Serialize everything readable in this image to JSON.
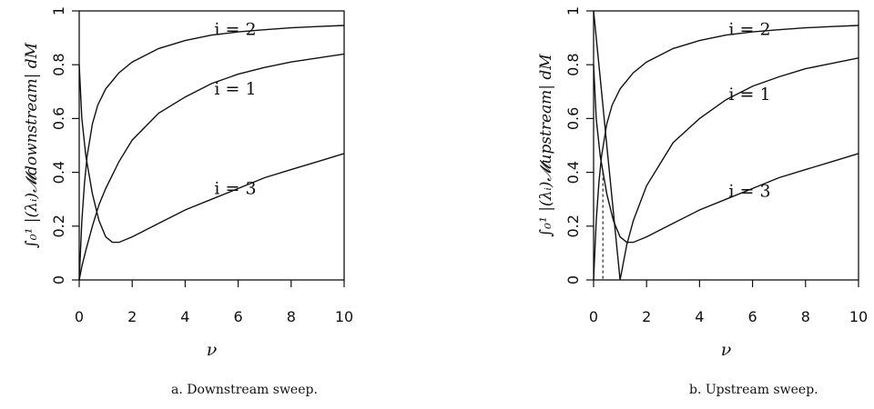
{
  "chart_data": [
    {
      "type": "line",
      "caption": "a. Downstream sweep.",
      "xlabel": "ν",
      "ylabel": "∫₀¹ |(λᵢ)𝓜downstream| dM",
      "ylabel_sub": "downstream",
      "xlim": [
        0,
        10
      ],
      "ylim": [
        0,
        1
      ],
      "xticks": [
        "0",
        "2",
        "4",
        "6",
        "8",
        "10"
      ],
      "yticks": [
        "0",
        "0.2",
        "0.4",
        "0.6",
        "0.8",
        "1"
      ],
      "grid": false,
      "series": [
        {
          "name": "i = 2",
          "label": "i = 2",
          "x": [
            0,
            0.1,
            0.2,
            0.3,
            0.5,
            0.7,
            1.0,
            1.5,
            2,
            3,
            4,
            5,
            6,
            7,
            8,
            9,
            10
          ],
          "y": [
            0.0,
            0.22,
            0.36,
            0.46,
            0.58,
            0.65,
            0.71,
            0.77,
            0.81,
            0.86,
            0.89,
            0.91,
            0.922,
            0.93,
            0.937,
            0.942,
            0.946
          ]
        },
        {
          "name": "i = 1",
          "label": "i = 1",
          "x": [
            0,
            0.1,
            0.25,
            0.5,
            0.75,
            1.0,
            1.5,
            2,
            3,
            4,
            5,
            6,
            7,
            8,
            9,
            10
          ],
          "y": [
            0.0,
            0.05,
            0.11,
            0.2,
            0.28,
            0.34,
            0.44,
            0.52,
            0.62,
            0.68,
            0.73,
            0.765,
            0.79,
            0.81,
            0.825,
            0.84
          ]
        },
        {
          "name": "i = 3",
          "label": "i = 3",
          "x": [
            0,
            0.1,
            0.25,
            0.5,
            0.75,
            1.0,
            1.25,
            1.5,
            2,
            3,
            4,
            5,
            6,
            7,
            8,
            9,
            10
          ],
          "y": [
            0.8,
            0.6,
            0.46,
            0.32,
            0.22,
            0.16,
            0.14,
            0.14,
            0.16,
            0.21,
            0.26,
            0.3,
            0.34,
            0.38,
            0.41,
            0.44,
            0.47
          ]
        }
      ],
      "labels_at": [
        {
          "series": 0,
          "x": 5.1,
          "y": 0.93
        },
        {
          "series": 1,
          "x": 5.1,
          "y": 0.71
        },
        {
          "series": 2,
          "x": 5.1,
          "y": 0.34
        }
      ]
    },
    {
      "type": "line",
      "caption": "b. Upstream sweep.",
      "xlabel": "ν",
      "ylabel": "∫₀¹ |(λᵢ)𝓜upstream| dM",
      "ylabel_sub": "upstream",
      "xlim": [
        0,
        10
      ],
      "ylim": [
        0,
        1
      ],
      "xticks": [
        "0",
        "2",
        "4",
        "6",
        "8",
        "10"
      ],
      "yticks": [
        "0",
        "0.2",
        "0.4",
        "0.6",
        "0.8",
        "1"
      ],
      "grid": false,
      "series": [
        {
          "name": "i = 2",
          "label": "i = 2",
          "x": [
            0,
            0.1,
            0.2,
            0.3,
            0.5,
            0.7,
            1.0,
            1.5,
            2,
            3,
            4,
            5,
            6,
            7,
            8,
            9,
            10
          ],
          "y": [
            0.0,
            0.22,
            0.36,
            0.46,
            0.58,
            0.65,
            0.71,
            0.77,
            0.81,
            0.86,
            0.89,
            0.91,
            0.922,
            0.93,
            0.937,
            0.942,
            0.946
          ]
        },
        {
          "name": "i = 1",
          "label": "i = 1",
          "x": [
            0,
            0.25,
            0.5,
            0.75,
            1.0,
            1.25,
            1.5,
            2,
            3,
            4,
            5,
            6,
            7,
            8,
            9,
            10
          ],
          "y": [
            1.0,
            0.75,
            0.5,
            0.25,
            0.0,
            0.13,
            0.22,
            0.35,
            0.51,
            0.6,
            0.67,
            0.72,
            0.755,
            0.785,
            0.805,
            0.825
          ]
        },
        {
          "name": "i = 3",
          "label": "i = 3",
          "x": [
            0,
            0.1,
            0.25,
            0.5,
            0.75,
            1.0,
            1.25,
            1.5,
            2,
            3,
            4,
            5,
            6,
            7,
            8,
            9,
            10
          ],
          "y": [
            0.8,
            0.6,
            0.46,
            0.32,
            0.22,
            0.16,
            0.14,
            0.14,
            0.16,
            0.21,
            0.26,
            0.3,
            0.34,
            0.38,
            0.41,
            0.44,
            0.47
          ]
        }
      ],
      "labels_at": [
        {
          "series": 0,
          "x": 5.1,
          "y": 0.93
        },
        {
          "series": 1,
          "x": 5.1,
          "y": 0.69
        },
        {
          "series": 2,
          "x": 5.1,
          "y": 0.33
        }
      ],
      "marker_line": {
        "x": 0.35,
        "y": 0.4
      }
    }
  ]
}
